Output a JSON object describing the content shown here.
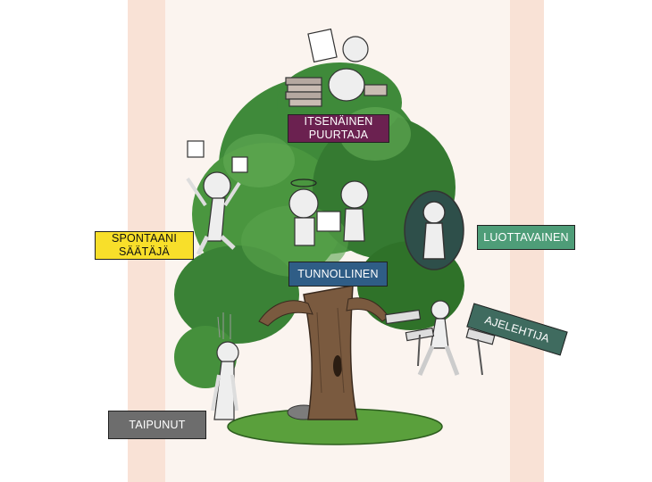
{
  "labels": {
    "itsenainen": "ITSENÄINEN\nPUURTAJA",
    "spontaani": "SPONTAANI\nSÄÄTÄJÄ",
    "tunnollinen": "TUNNOLLINEN",
    "luottavainen": "LUOTTAVAINEN",
    "ajelehtija": "AJELEHTIJA",
    "taipunut": "TAIPUNUT"
  },
  "colors": {
    "itsenainen": "#6b2150",
    "spontaani": "#f8df2a",
    "tunnollinen": "#2f5d86",
    "luottavainen": "#4e9d78",
    "ajelehtija": "#3f6b5f",
    "taipunut": "#6d6d6d",
    "background_band": "#f9e2d6",
    "foliage": "#3f8a3a",
    "trunk": "#7a5a3f"
  }
}
